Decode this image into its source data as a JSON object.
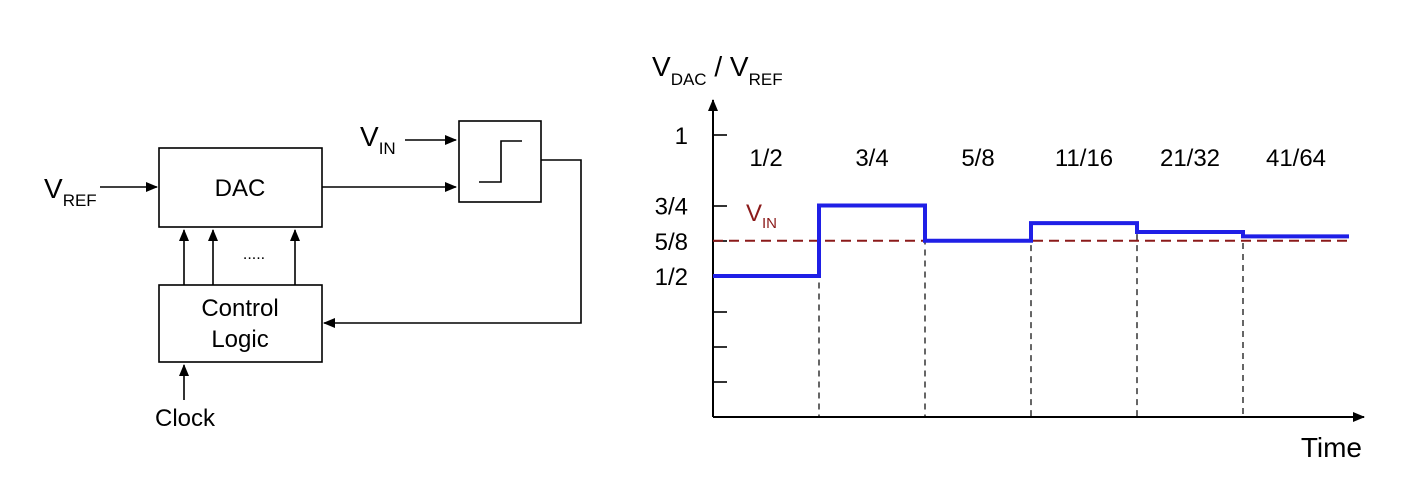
{
  "block_diagram": {
    "vref_main": "V",
    "vref_sub": "REF",
    "vin_main": "V",
    "vin_sub": "IN",
    "dac_label": "DAC",
    "dots": ".....",
    "control_line1": "Control",
    "control_line2": "Logic",
    "clock_label": "Clock"
  },
  "chart": {
    "y_title_main1": "V",
    "y_title_sub1": "DAC",
    "y_title_sep": " / V",
    "y_title_sub2": "REF",
    "x_title": "Time",
    "vin_main": "V",
    "vin_sub": "IN",
    "colors": {
      "dac_step": "#1f1fe6",
      "vin_line": "#8b1a1a",
      "axis": "#000000"
    }
  },
  "chart_data": {
    "type": "line",
    "step": true,
    "x_label": "Time",
    "y_ticks": [
      {
        "value": 1,
        "label": "1"
      },
      {
        "value": 0.75,
        "label": "3/4"
      },
      {
        "value": 0.625,
        "label": "5/8"
      },
      {
        "value": 0.5,
        "label": "1/2"
      }
    ],
    "steps": [
      {
        "label": "1/2",
        "value": 0.5
      },
      {
        "label": "3/4",
        "value": 0.75
      },
      {
        "label": "5/8",
        "value": 0.625
      },
      {
        "label": "11/16",
        "value": 0.6875
      },
      {
        "label": "21/32",
        "value": 0.65625
      },
      {
        "label": "41/64",
        "value": 0.640625
      }
    ],
    "vin_value": 0.625,
    "ylim": [
      0,
      1.1
    ]
  }
}
